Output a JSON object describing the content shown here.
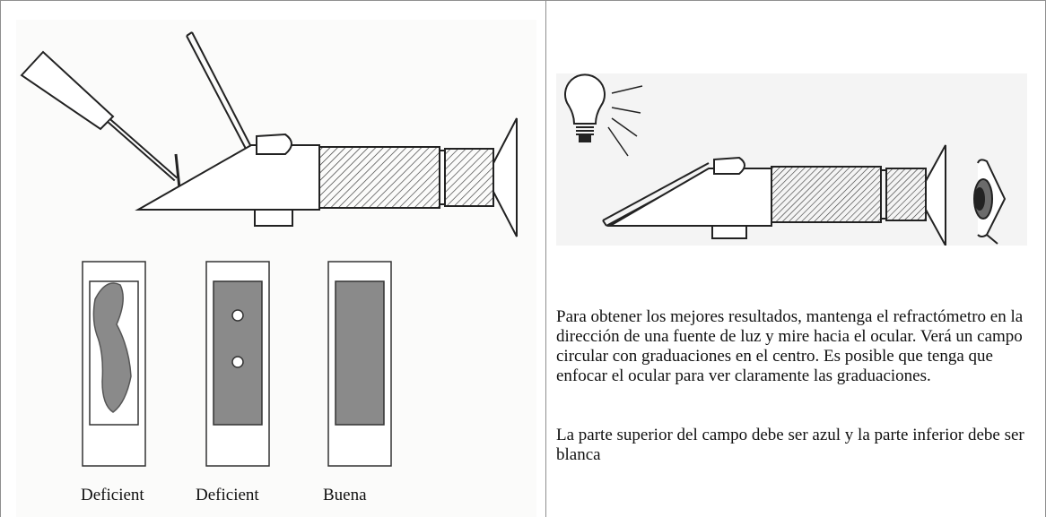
{
  "left_panel": {
    "labels": [
      "Deficient",
      "Deficient",
      "Buena"
    ]
  },
  "right_panel": {
    "paragraph_1": "Para obtener los mejores resultados, mantenga el refractómetro en la dirección de una fuente de luz y mire hacia el ocular. Verá un campo circular con graduaciones en el centro. Es posible que tenga que enfocar el ocular para ver claramente las graduaciones.",
    "paragraph_2": "La parte superior del campo debe ser azul y la parte inferior debe ser blanca"
  }
}
